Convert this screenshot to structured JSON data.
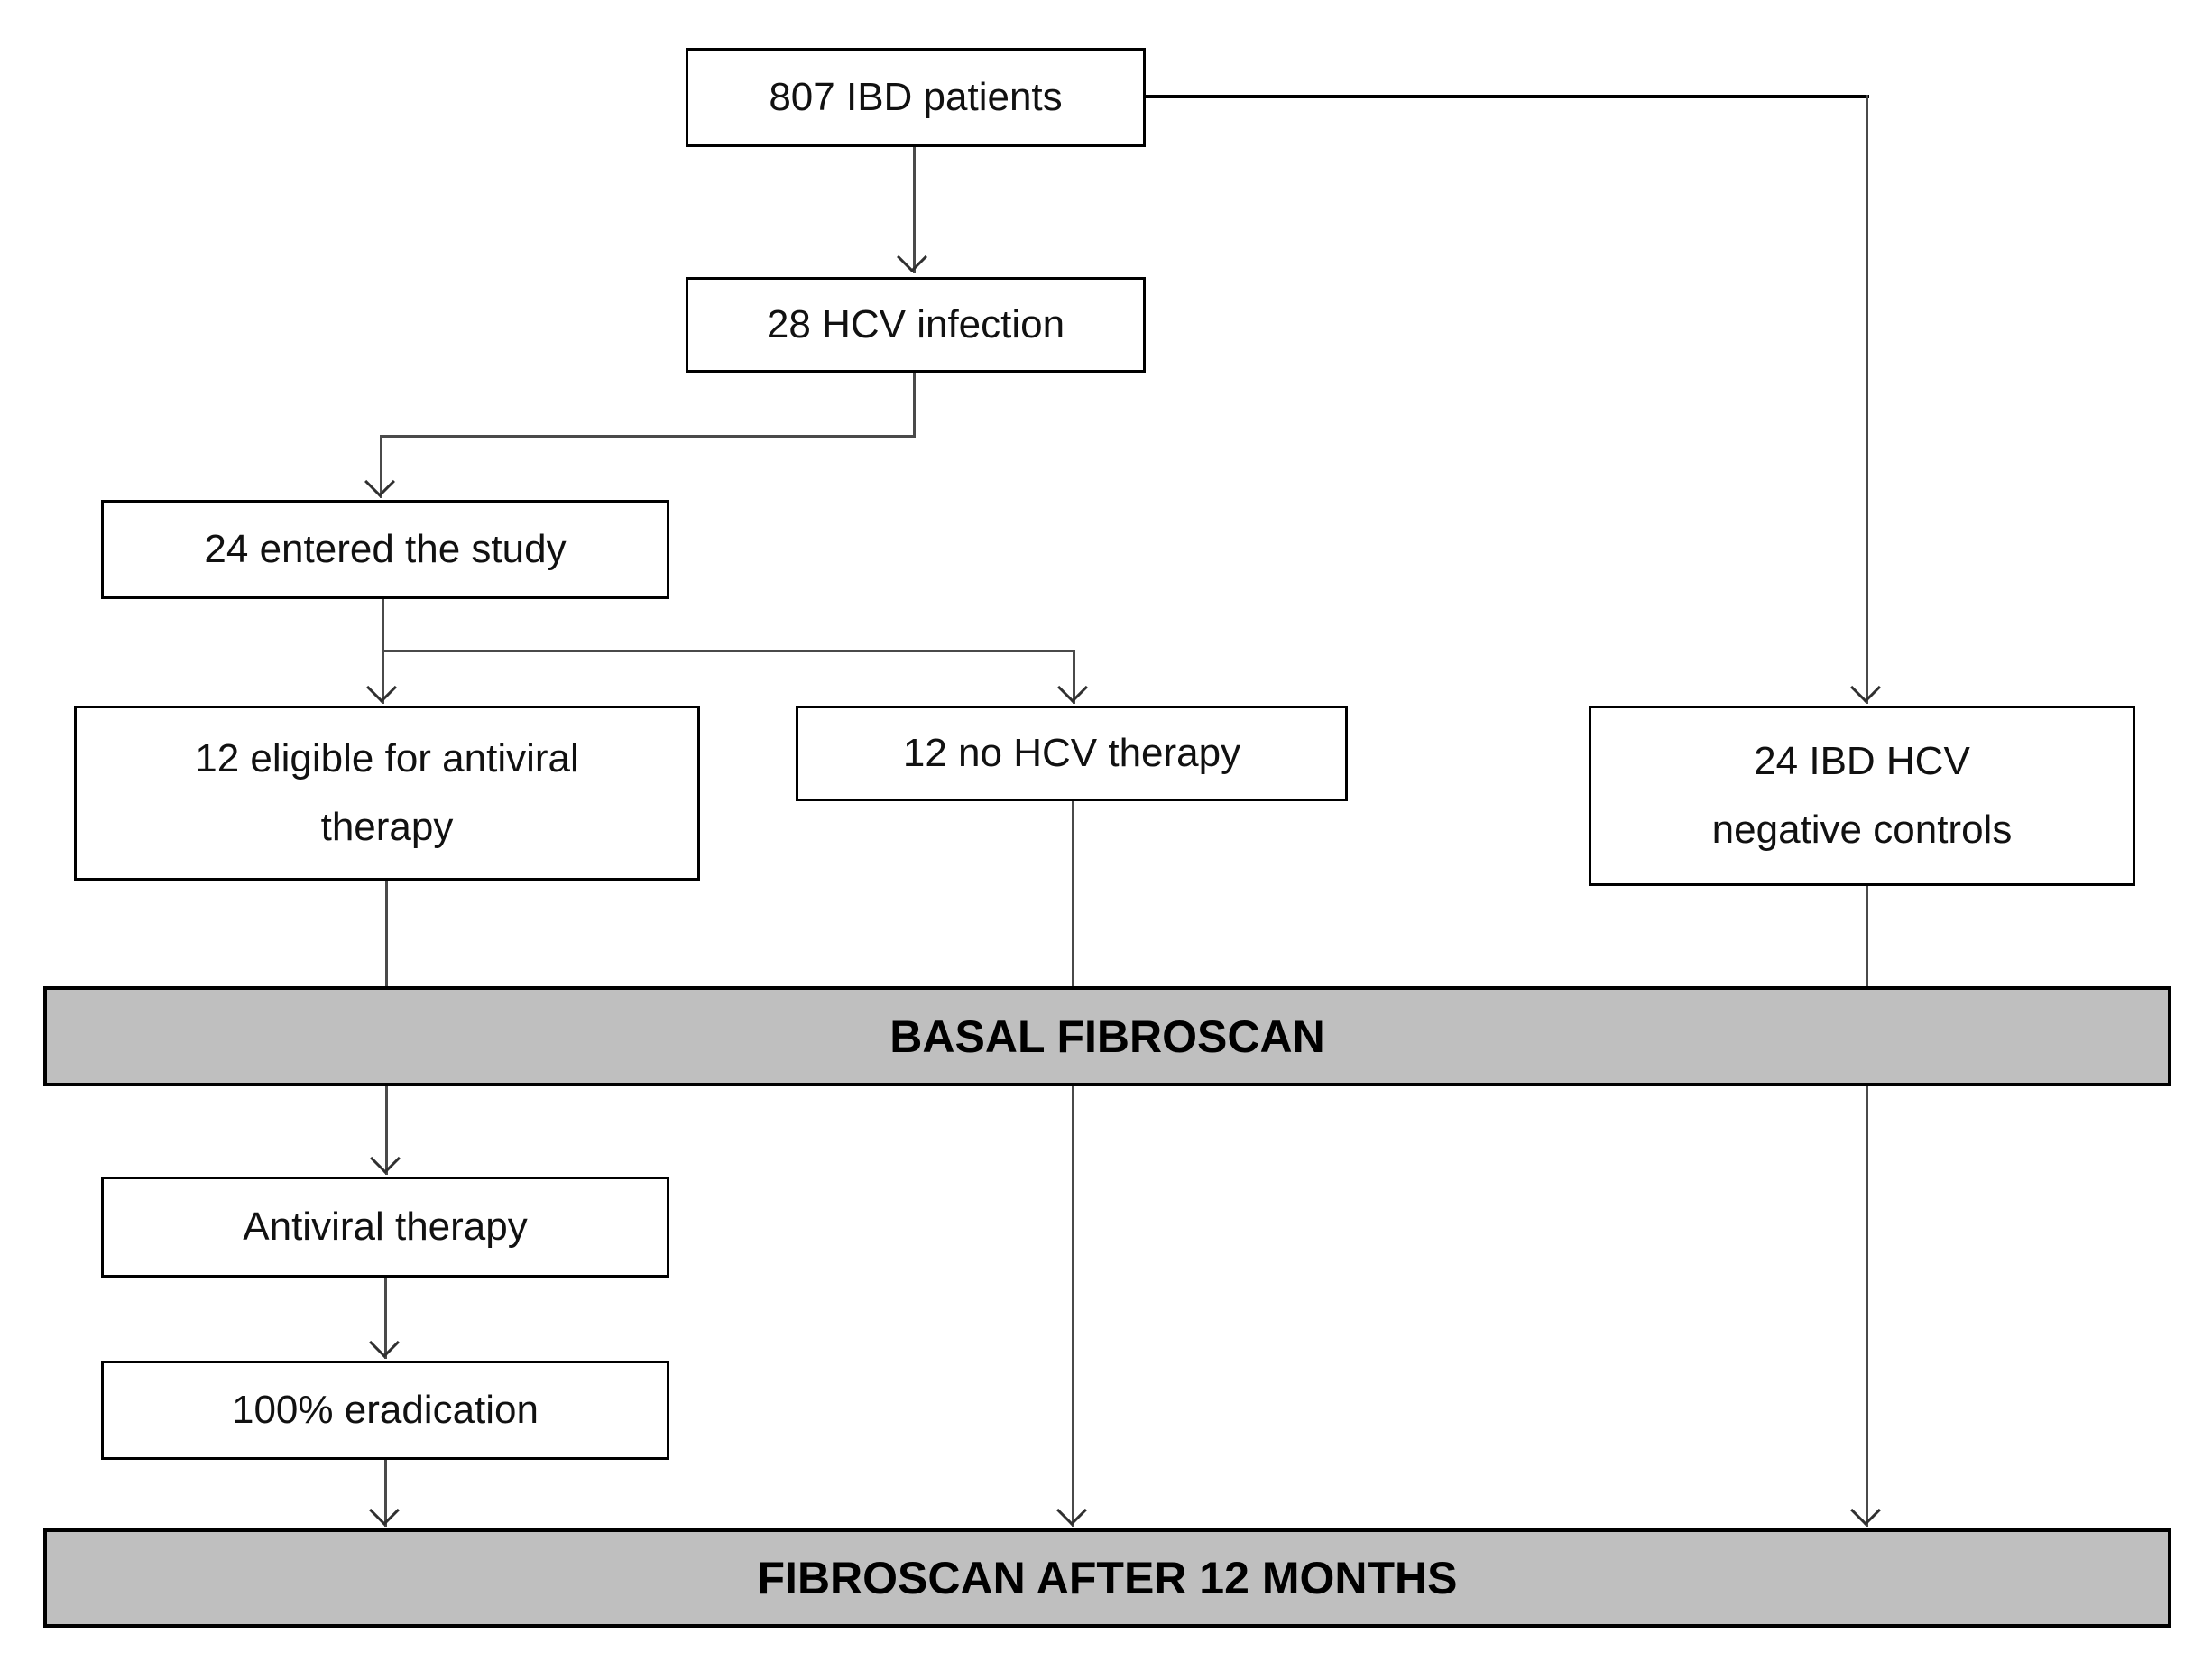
{
  "diagram": {
    "type": "flowchart",
    "nodes": {
      "ibd_patients": "807 IBD patients",
      "hcv_infection": "28 HCV infection",
      "entered_study": "24 entered the study",
      "eligible_antiviral": "12 eligible for antiviral therapy",
      "no_hcv_therapy": "12 no HCV therapy",
      "ibd_hcv_negative_controls": "24 IBD HCV negative controls",
      "antiviral_therapy": "Antiviral therapy",
      "eradication": "100% eradication"
    },
    "bands": {
      "basal": "BASAL FIBROSCAN",
      "after_12_months": "FIBROSCAN AFTER 12 MONTHS"
    },
    "colors": {
      "band_fill": "#bfbfbf",
      "box_border": "#000000",
      "connector": "#4a4a4a",
      "background": "#ffffff",
      "text": "#111111"
    }
  }
}
